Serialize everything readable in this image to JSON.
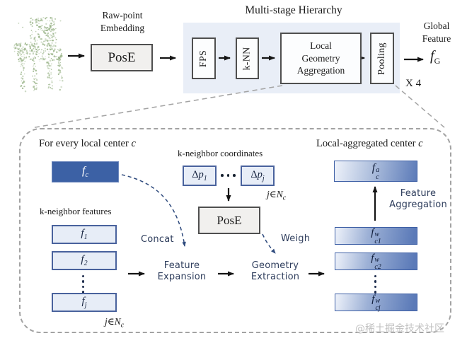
{
  "top": {
    "raw_point_embedding_l1": "Raw-point",
    "raw_point_embedding_l2": "Embedding",
    "pose": "PosE",
    "title": "Multi-stage Hierarchy",
    "fps": "FPS",
    "knn": "k-NN",
    "lga_l1": "Local",
    "lga_l2": "Geometry",
    "lga_l3": "Aggregation",
    "pooling": "Pooling",
    "repeat": "X 4",
    "global_l1": "Global",
    "global_l2": "Feature",
    "fg": {
      "base": "f",
      "sub": "G"
    }
  },
  "detail": {
    "for_every": "For every local center ",
    "for_every_var": "c",
    "k_features": "k-neighbor features",
    "k_coords": "k-neighbor coordinates",
    "local_agg": "Local-aggregated center ",
    "local_agg_var": "c",
    "fc": {
      "base": "f",
      "sub": "c"
    },
    "f1": {
      "base": "f",
      "sub": "1"
    },
    "f2": {
      "base": "f",
      "sub": "2"
    },
    "fj": {
      "base": "f",
      "sub": "j"
    },
    "dp1": {
      "delta": "Δ",
      "base": "p",
      "sub": "1"
    },
    "dpj": {
      "delta": "Δ",
      "base": "p",
      "sub": "j"
    },
    "j_in": {
      "var": "j",
      "elem": "∈",
      "set": "N",
      "sub": "c"
    },
    "pose": "PosE",
    "concat": "Concat",
    "weigh": "Weigh",
    "feat_exp_l1": "Feature",
    "feat_exp_l2": "Expansion",
    "geo_ext_l1": "Geometry",
    "geo_ext_l2": "Extraction",
    "feat_agg_l1": "Feature",
    "feat_agg_l2": "Aggregation",
    "fca": {
      "base": "f",
      "sub": "c",
      "sup": "a"
    },
    "fc1": {
      "base": "f",
      "sub": "c1",
      "sup": "w"
    },
    "fc2": {
      "base": "f",
      "sub": "c2",
      "sup": "w"
    },
    "fcj": {
      "base": "f",
      "sub": "cj",
      "sup": "w"
    }
  },
  "watermark": "@稀土掘金技术社区",
  "colors": {
    "dark_blue": "#3c61a5",
    "light_fill": "#e7edf7",
    "box_border_blue": "#49629d",
    "grad_from": "#eef2fa",
    "grad_to": "#5b7ab8",
    "grad_border": "#3d5fa5",
    "panel_bg": "#e9eef7",
    "gray_fill": "#f1f0ee",
    "dark_border": "#4f4f4f",
    "hand_text": "#2e3d5c",
    "arrow_black": "#141414",
    "dash_gray": "#a3a3a3",
    "navy_dash": "#2e4a7d",
    "point_green": "#97b285",
    "watermark_gray": "#c2c2c2"
  }
}
